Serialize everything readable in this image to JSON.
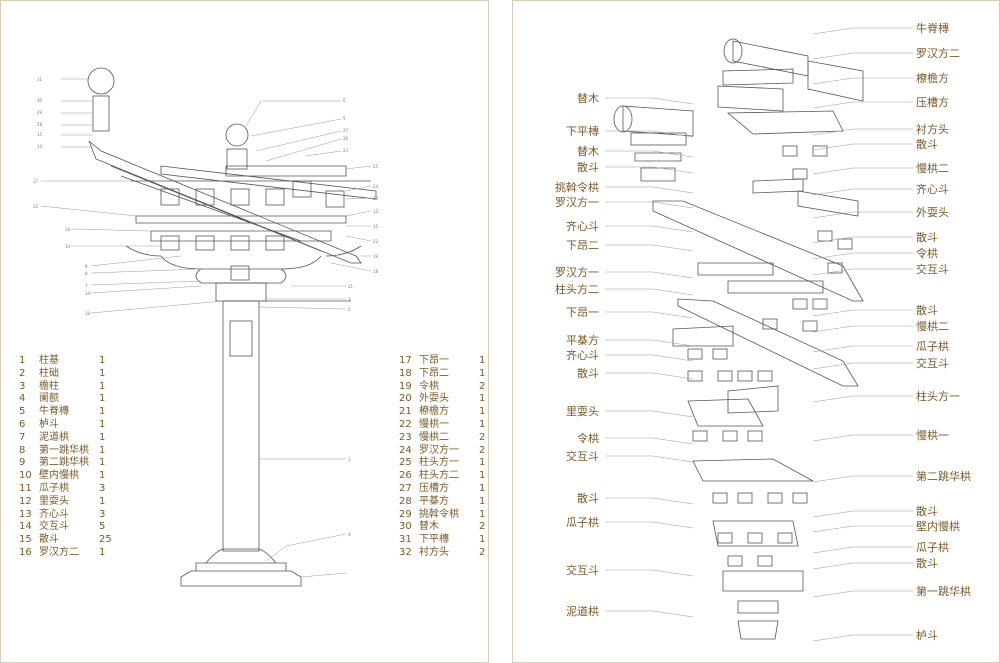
{
  "left_legend": {
    "col1": [
      {
        "num": "1",
        "name": "柱基",
        "count": "1"
      },
      {
        "num": "2",
        "name": "柱础",
        "count": "1"
      },
      {
        "num": "3",
        "name": "檐柱",
        "count": "1"
      },
      {
        "num": "4",
        "name": "阑额",
        "count": "1"
      },
      {
        "num": "5",
        "name": "牛脊槫",
        "count": "1"
      },
      {
        "num": "6",
        "name": "栌斗",
        "count": "1"
      },
      {
        "num": "7",
        "name": "泥道栱",
        "count": "1"
      },
      {
        "num": "8",
        "name": "第一跳华栱",
        "count": "1"
      },
      {
        "num": "9",
        "name": "第二跳华栱",
        "count": "1"
      },
      {
        "num": "10",
        "name": "壁内慢栱",
        "count": "1"
      },
      {
        "num": "11",
        "name": "瓜子栱",
        "count": "3"
      },
      {
        "num": "12",
        "name": "里耍头",
        "count": "1"
      },
      {
        "num": "13",
        "name": "齐心斗",
        "count": "3"
      },
      {
        "num": "14",
        "name": "交互斗",
        "count": "5"
      },
      {
        "num": "15",
        "name": "散斗",
        "count": "25"
      },
      {
        "num": "16",
        "name": "罗汉方二",
        "count": "1"
      }
    ],
    "col2": [
      {
        "num": "17",
        "name": "下昂一",
        "count": "1"
      },
      {
        "num": "18",
        "name": "下昂二",
        "count": "1"
      },
      {
        "num": "19",
        "name": "令栱",
        "count": "2"
      },
      {
        "num": "20",
        "name": "外耍头",
        "count": "1"
      },
      {
        "num": "21",
        "name": "橑檐方",
        "count": "1"
      },
      {
        "num": "22",
        "name": "慢栱一",
        "count": "1"
      },
      {
        "num": "23",
        "name": "慢栱二",
        "count": "2"
      },
      {
        "num": "24",
        "name": "罗汉方一",
        "count": "2"
      },
      {
        "num": "25",
        "name": "柱头方一",
        "count": "1"
      },
      {
        "num": "26",
        "name": "柱头方二",
        "count": "1"
      },
      {
        "num": "27",
        "name": "压槽方",
        "count": "1"
      },
      {
        "num": "28",
        "name": "平棊方",
        "count": "1"
      },
      {
        "num": "29",
        "name": "挑斡令栱",
        "count": "1"
      },
      {
        "num": "30",
        "name": "替木",
        "count": "2"
      },
      {
        "num": "31",
        "name": "下平槫",
        "count": "1"
      },
      {
        "num": "32",
        "name": "衬方头",
        "count": "2"
      }
    ]
  },
  "right_labels": [
    {
      "text": "牛脊槫",
      "side": "r"
    },
    {
      "text": "罗汉方二",
      "side": "r"
    },
    {
      "text": "橑檐方",
      "side": "r"
    },
    {
      "text": "压槽方",
      "side": "r"
    },
    {
      "text": "替木",
      "side": "l"
    },
    {
      "text": "衬方头",
      "side": "r"
    },
    {
      "text": "下平槫",
      "side": "l"
    },
    {
      "text": "散斗",
      "side": "r"
    },
    {
      "text": "替木",
      "side": "l"
    },
    {
      "text": "慢栱二",
      "side": "r"
    },
    {
      "text": "散斗",
      "side": "l"
    },
    {
      "text": "齐心斗",
      "side": "r"
    },
    {
      "text": "挑斡令栱",
      "side": "l"
    },
    {
      "text": "罗汉方一",
      "side": "l"
    },
    {
      "text": "外耍头",
      "side": "r"
    },
    {
      "text": "齐心斗",
      "side": "l"
    },
    {
      "text": "散斗",
      "side": "r"
    },
    {
      "text": "下昂二",
      "side": "l"
    },
    {
      "text": "令栱",
      "side": "r"
    },
    {
      "text": "交互斗",
      "side": "r"
    },
    {
      "text": "罗汉方一",
      "side": "l"
    },
    {
      "text": "柱头方二",
      "side": "l"
    },
    {
      "text": "散斗",
      "side": "r"
    },
    {
      "text": "下昂一",
      "side": "l"
    },
    {
      "text": "慢栱二",
      "side": "r"
    },
    {
      "text": "平棊方",
      "side": "l"
    },
    {
      "text": "瓜子栱",
      "side": "r"
    },
    {
      "text": "齐心斗",
      "side": "l"
    },
    {
      "text": "交互斗",
      "side": "r"
    },
    {
      "text": "散斗",
      "side": "l"
    },
    {
      "text": "柱头方一",
      "side": "r"
    },
    {
      "text": "里耍头",
      "side": "l"
    },
    {
      "text": "慢栱一",
      "side": "r"
    },
    {
      "text": "令栱",
      "side": "l"
    },
    {
      "text": "交互斗",
      "side": "l"
    },
    {
      "text": "第二跳华栱",
      "side": "r"
    },
    {
      "text": "散斗",
      "side": "l"
    },
    {
      "text": "散斗",
      "side": "r"
    },
    {
      "text": "壁内慢栱",
      "side": "r"
    },
    {
      "text": "瓜子栱",
      "side": "l"
    },
    {
      "text": "瓜子栱",
      "side": "r"
    },
    {
      "text": "散斗",
      "side": "r"
    },
    {
      "text": "交互斗",
      "side": "l"
    },
    {
      "text": "第一跳华栱",
      "side": "r"
    },
    {
      "text": "泥道栱",
      "side": "l"
    },
    {
      "text": "栌斗",
      "side": "r"
    }
  ],
  "callouts_left": [
    "31",
    "30",
    "29",
    "28",
    "15",
    "14",
    "17",
    "12",
    "16",
    "14",
    "9",
    "8",
    "7",
    "14",
    "10",
    "6",
    "5",
    "27",
    "26",
    "23",
    "25",
    "24",
    "20",
    "13",
    "15",
    "22",
    "19",
    "18",
    "21",
    "3",
    "2",
    "1",
    "4"
  ],
  "colors": {
    "ink": "#7a5a2c",
    "line": "#7a7a7a",
    "border": "#d8cdb8",
    "bg": "#ffffff"
  }
}
